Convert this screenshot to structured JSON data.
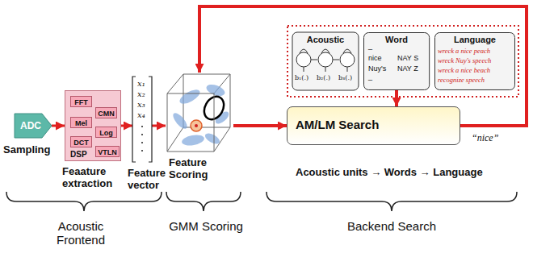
{
  "diagram": {
    "nodes": [
      {
        "text": [
          "ADC"
        ]
      },
      {
        "text": [
          "DSP",
          "Feaature extraction"
        ]
      },
      {
        "text": [
          "FFT"
        ],
        "in": 1
      },
      {
        "text": [
          "CMN"
        ],
        "in": 1
      },
      {
        "text": [
          "Mel"
        ],
        "in": 1
      },
      {
        "text": [
          "Log"
        ],
        "in": 1
      },
      {
        "text": [
          "DCT"
        ],
        "in": 1
      },
      {
        "text": [
          "VTLN"
        ],
        "in": 1
      },
      {
        "text": [
          "x₁",
          "x₂",
          "x₃",
          "x₄",
          "Feature vector"
        ]
      },
      {
        "text": [
          "Feature Scoring"
        ]
      },
      {
        "text": [
          "Acoustic",
          "b₁(.)",
          "b₂(.)",
          "b₃(.)"
        ]
      },
      {
        "text": [
          "Word",
          "_",
          "nice",
          "NAY S",
          "Nuy's",
          "NAY Z",
          "_"
        ]
      },
      {
        "text": [
          "Language",
          "wreck a nice peach",
          "wreck Nuy's speech",
          "wreck a nice beach",
          "recognize speech"
        ]
      },
      {
        "text": [
          "AM/LM Search"
        ]
      }
    ],
    "edges": [
      {
        "from": 0,
        "to": 1,
        "arrow": "to"
      },
      {
        "from": 1,
        "to": 8,
        "arrow": "to"
      },
      {
        "from": 8,
        "to": 9,
        "arrow": "to"
      },
      {
        "from": 9,
        "to": 13,
        "arrow": "to"
      },
      {
        "from": 11,
        "to": 13,
        "arrow": "to"
      },
      {
        "from": 13,
        "to": 9,
        "arrow": "to"
      }
    ],
    "labels": [
      "Sampling",
      "Acoustic units → Words → Language",
      "“nice”",
      "Acoustic Frontend",
      "GMM Scoring",
      "Backend Search"
    ]
  }
}
